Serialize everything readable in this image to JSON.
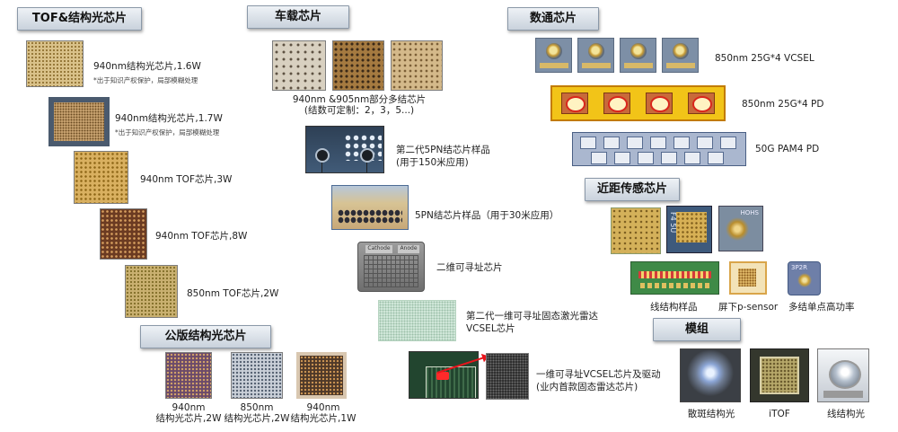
{
  "sections": {
    "tof": "TOF&结构光芯片",
    "automotive": "车载芯片",
    "datacom": "数通芯片",
    "proximity": "近距传感芯片",
    "public": "公版结构光芯片",
    "module": "模组"
  },
  "tof_items": [
    {
      "label": "940nm结构光芯片,1.6W",
      "note": "*出于知识产权保护，局部模糊处理"
    },
    {
      "label": "940nm结构光芯片,1.7W",
      "note": "*出于知识产权保护，局部模糊处理"
    },
    {
      "label": "940nm TOF芯片,3W"
    },
    {
      "label": "940nm TOF芯片,8W"
    },
    {
      "label": "850nm TOF芯片,2W"
    }
  ],
  "automotive_items": {
    "multi_junction": {
      "line1": "940nm &905nm部分多结芯片",
      "line2": "(结数可定制：2，3，5...)"
    },
    "gen2_5pn": {
      "line1": "第二代5PN结芯片样品",
      "line2": "(用于150米应用)"
    },
    "pn5": "5PN结芯片样品（用于30米应用）",
    "addressable_2d": "二维可寻址芯片",
    "addressable_2d_pads": {
      "left": "Cathode",
      "right": "Anode"
    },
    "gen2_1d": {
      "line1": "第二代一维可寻址固态激光雷达",
      "line2": "VCSEL芯片"
    },
    "vcsel_driver": {
      "line1": "一维可寻址VCSEL芯片及驱动",
      "line2": "(业内首款固态雷达芯片)"
    }
  },
  "datacom_items": [
    "850nm 25G*4 VCSEL",
    "850nm 25G*4 PD",
    "50G PAM4 PD"
  ],
  "proximity_items": {
    "chip_marks": {
      "chip2": "F4 5U",
      "chip3": "HOHS",
      "multi": "3P2R"
    },
    "line": "线结构样品",
    "p_sensor": "屏下p-sensor",
    "multi_junction": "多结单点高功率"
  },
  "public_items": [
    {
      "line1": "940nm",
      "line2": "结构光芯片,2W"
    },
    {
      "line1": "850nm",
      "line2": "结构光芯片,2W"
    },
    {
      "line1": "940nm",
      "line2": "结构光芯片,1W"
    }
  ],
  "module_items": [
    "散斑结构光",
    "iTOF",
    "线结构光"
  ],
  "colors": {
    "header_bg": "#c9d2dc",
    "arrow": "#e8141c",
    "pd_yellow": "#f2c418"
  }
}
